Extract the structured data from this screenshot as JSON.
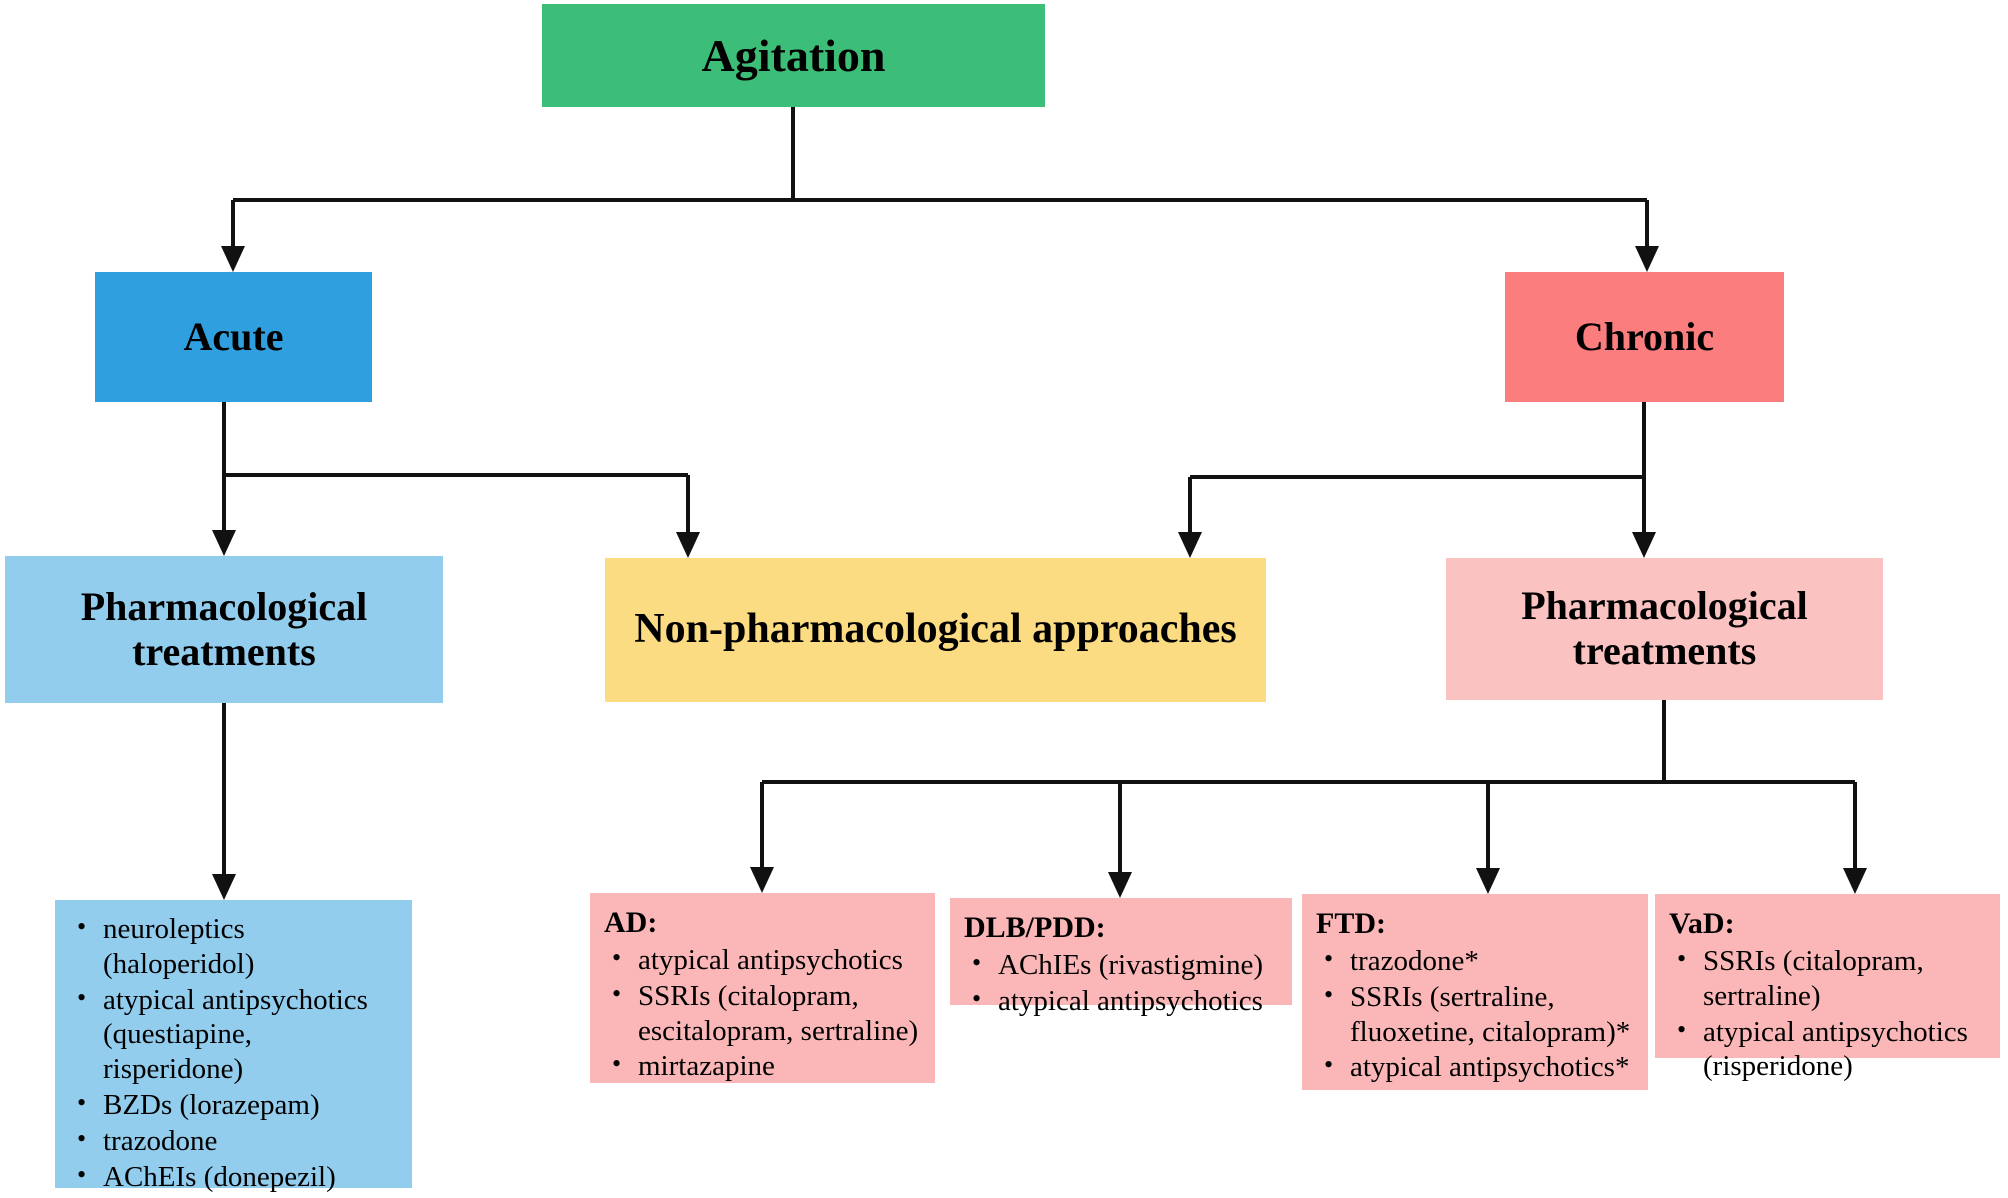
{
  "diagram": {
    "title": "Agitation treatment flowchart",
    "colors": {
      "green": "#3cbe78",
      "blue": "#2f9fe0",
      "coral": "#fb7d7d",
      "light_blue": "#92cdee",
      "yellow": "#fcdc82",
      "pink": "#fbc2c2",
      "pink_list": "#fbb7b7",
      "line": "#111111"
    },
    "nodes": {
      "root": {
        "label": "Agitation"
      },
      "acute": {
        "label": "Acute"
      },
      "chronic": {
        "label": "Chronic"
      },
      "acute_pharm": {
        "label": "Pharmacological treatments"
      },
      "nonpharm": {
        "label": "Non-pharmacological approaches"
      },
      "chronic_pharm": {
        "label": "Pharmacological treatments"
      }
    },
    "lists": {
      "acute_treatments": {
        "header": "",
        "items": [
          "neuroleptics (haloperidol)",
          "atypical antipsychotics (questiapine, risperidone)",
          "BZDs (lorazepam)",
          "trazodone",
          "AChEIs (donepezil)"
        ]
      },
      "ad": {
        "header": "AD:",
        "items": [
          "atypical antipsychotics",
          "SSRIs (citalopram, escitalopram, sertraline)",
          "mirtazapine"
        ]
      },
      "dlb_pdd": {
        "header": "DLB/PDD:",
        "items": [
          "AChIEs (rivastigmine)",
          "atypical antipsychotics"
        ]
      },
      "ftd": {
        "header": "FTD:",
        "items": [
          "trazodone*",
          "SSRIs (sertraline, fluoxetine, citalopram)*",
          "atypical antipsychotics*"
        ]
      },
      "vad": {
        "header": "VaD:",
        "items": [
          "SSRIs (citalopram, sertraline)",
          "atypical antipsychotics (risperidone)"
        ]
      }
    }
  }
}
